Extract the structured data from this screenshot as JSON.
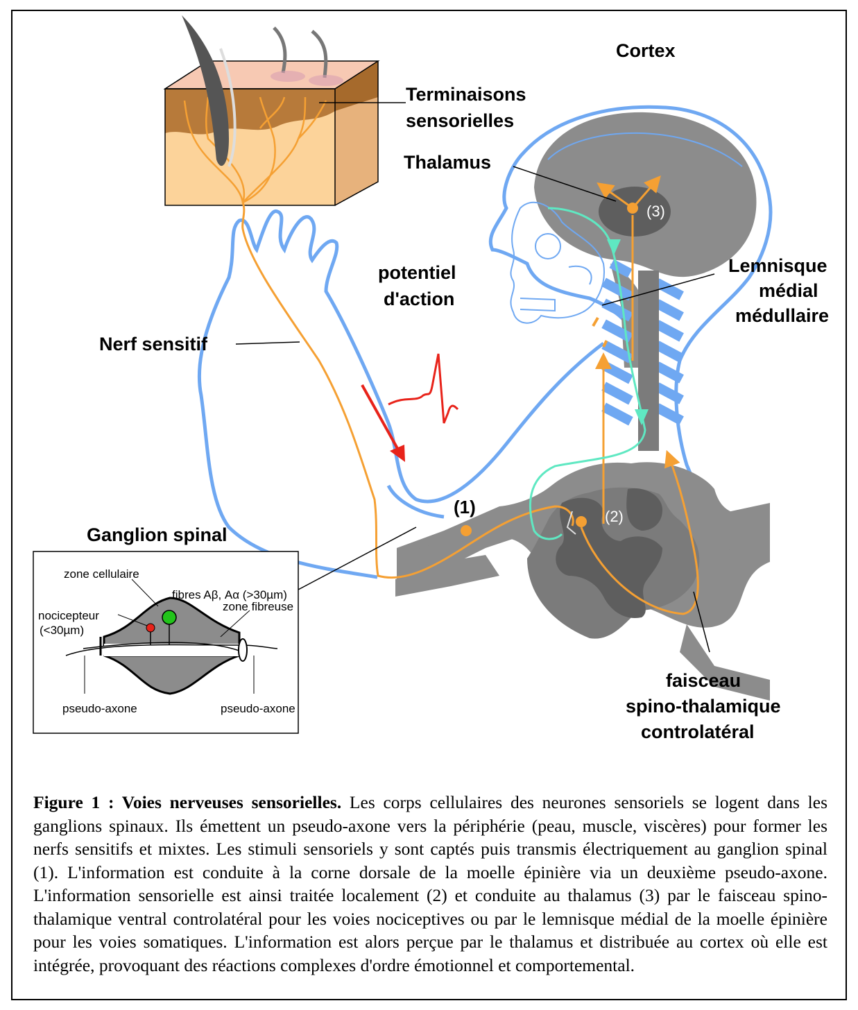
{
  "labels": {
    "terminaisons_1": "Terminaisons",
    "terminaisons_2": "sensorielles",
    "cortex": "Cortex",
    "thalamus": "Thalamus",
    "lemnisque_1": "Lemnisque",
    "lemnisque_2": "médial",
    "lemnisque_3": "médullaire",
    "potentiel_1": "potentiel",
    "potentiel_2": "d'action",
    "nerf": "Nerf sensitif",
    "ganglion": "Ganglion spinal",
    "faisceau_1": "faisceau",
    "faisceau_2": "spino-thalamique",
    "faisceau_3": "controlatéral",
    "marker_1": "(1)",
    "marker_2": "(2)",
    "marker_3": "(3)"
  },
  "inset": {
    "zone_cellulaire": "zone cellulaire",
    "fibres": "fibres Aβ, Aα (>30µm)",
    "nocicepteur_1": "nocicepteur",
    "nocicepteur_2": "(<30µm)",
    "zone_fibreuse": "zone fibreuse",
    "pseudo_axone_left": "pseudo-axone",
    "pseudo_axone_right": "pseudo-axone"
  },
  "caption": {
    "title": "Figure 1 : Voies nerveuses sensorielles.",
    "body": " Les corps cellulaires des neurones sensoriels se logent dans les ganglions spinaux. Ils émettent un pseudo-axone vers la périphérie (peau, muscle, viscères) pour former les nerfs sensitifs et mixtes. Les stimuli sensoriels y sont captés puis transmis électriquement au ganglion spinal (1). L'information est conduite à la corne dorsale de la moelle épinière via un deuxième pseudo-axone. L'information sensorielle est ainsi traitée localement (2) et conduite au thalamus (3) par le faisceau spino-thalamique ventral controlatéral pour les voies nociceptives ou par le lemnisque médial de la moelle épinière pour les voies somatiques. L'information est alors perçue par le thalamus et distribuée au cortex où elle est intégrée, provoquant des réactions complexes d'ordre émotionnel et comportemental."
  },
  "colors": {
    "orange": "#f5a033",
    "blue_outline": "#6fa8f2",
    "gray_dark": "#7b7b7b",
    "gray_light": "#9c9c9c",
    "teal": "#5fe8c2",
    "red": "#e8231a",
    "green": "#22c41a"
  }
}
